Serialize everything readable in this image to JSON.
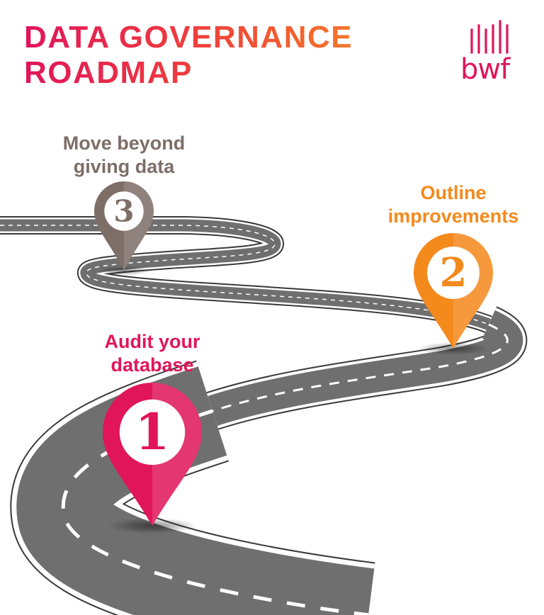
{
  "title": {
    "line1": "DATA GOVERNANCE",
    "line2": "ROADMAP"
  },
  "logo": {
    "text": "bwf",
    "color": "#e0155a"
  },
  "colors": {
    "road": "#6f6f6f",
    "road_edge": "#ffffff",
    "pin_1": "#e0155a",
    "pin_2": "#f4891c",
    "pin_3": "#7d6e68"
  },
  "steps": [
    {
      "number": "1",
      "line1": "Audit your",
      "line2": "database",
      "color": "#e0155a"
    },
    {
      "number": "2",
      "line1": "Outline",
      "line2": "improvements",
      "color": "#f4891c"
    },
    {
      "number": "3",
      "line1": "Move beyond",
      "line2": "giving data",
      "color": "#7d6e68"
    }
  ]
}
